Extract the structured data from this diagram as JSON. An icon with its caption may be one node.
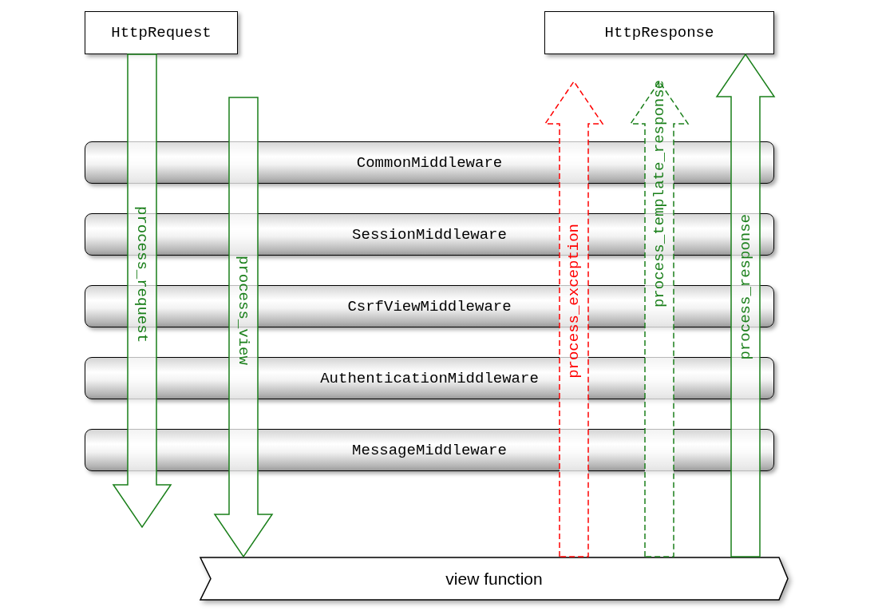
{
  "diagram": {
    "nodes": [
      {
        "text": [
          "HttpRequest"
        ]
      },
      {
        "text": [
          "HttpResponse"
        ]
      },
      {
        "text": [
          "CommonMiddleware"
        ]
      },
      {
        "text": [
          "SessionMiddleware"
        ]
      },
      {
        "text": [
          "CsrfViewMiddleware"
        ]
      },
      {
        "text": [
          "AuthenticationMiddleware"
        ]
      },
      {
        "text": [
          "MessageMiddleware"
        ]
      },
      {
        "text": [
          "view function"
        ]
      }
    ],
    "edges": [
      {
        "from": 0,
        "to": null,
        "arrow": "to",
        "label": "process_request"
      },
      {
        "from": null,
        "to": 7,
        "arrow": "to",
        "label": "process_view"
      },
      {
        "from": 7,
        "to": null,
        "arrow": "to",
        "label": "process_exception",
        "style": "dashed",
        "color": "#ff0000"
      },
      {
        "from": 7,
        "to": null,
        "arrow": "to",
        "label": "process_template_response",
        "style": "dashed"
      },
      {
        "from": 7,
        "to": 1,
        "arrow": "to",
        "label": "process_response"
      }
    ]
  }
}
